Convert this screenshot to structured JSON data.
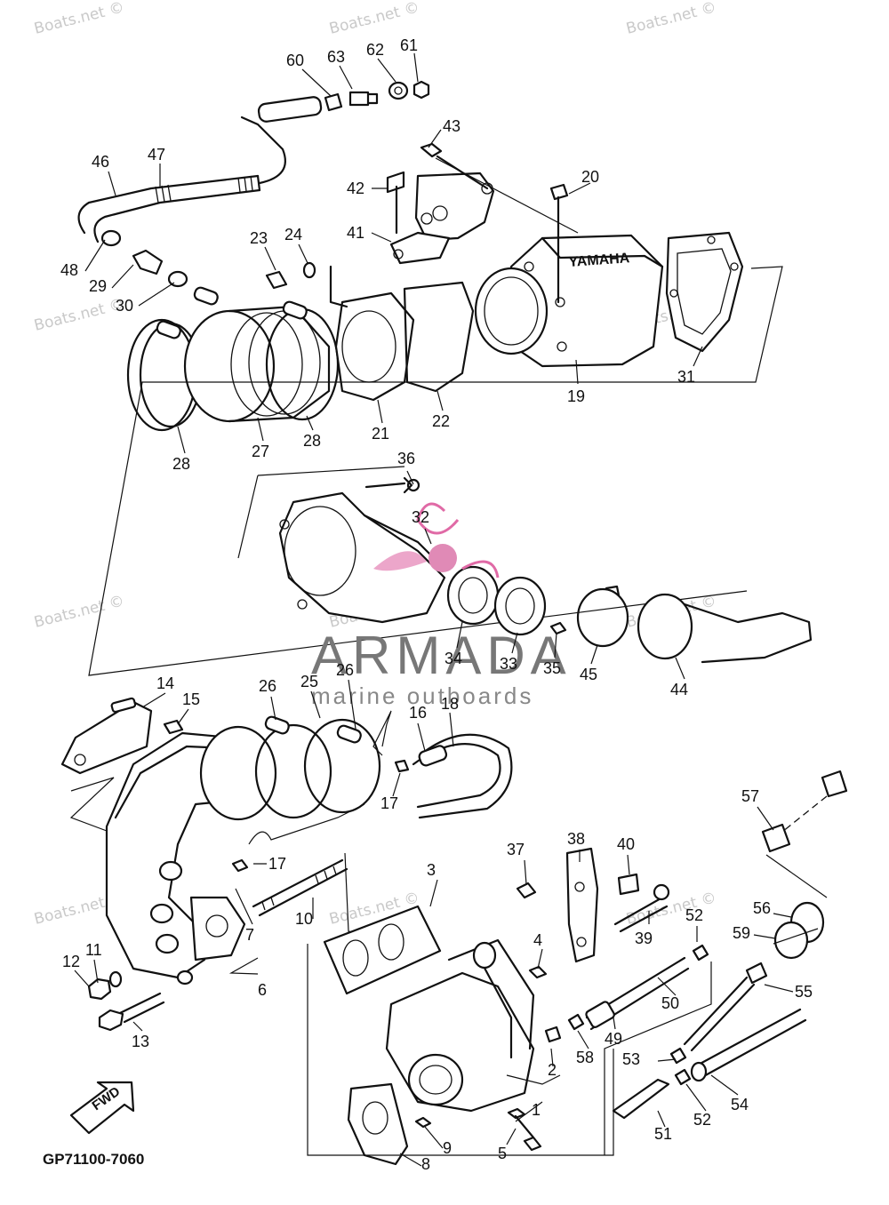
{
  "watermark": "Boats.net ©",
  "brand": {
    "name": "ARMADA",
    "subtitle": "marine outboards"
  },
  "diagram_code": "GP71100-7060",
  "fwd_label": "FWD",
  "engine_label": "YAMAHA",
  "callouts": [
    "60",
    "63",
    "62",
    "61",
    "43",
    "46",
    "47",
    "42",
    "20",
    "41",
    "23",
    "24",
    "48",
    "29",
    "30",
    "31",
    "19",
    "28",
    "27",
    "28",
    "21",
    "22",
    "36",
    "32",
    "34",
    "33",
    "35",
    "45",
    "44",
    "14",
    "15",
    "26",
    "25",
    "26",
    "16",
    "18",
    "17",
    "57",
    "17",
    "38",
    "40",
    "37",
    "3",
    "10",
    "7",
    "56",
    "59",
    "52",
    "39",
    "4",
    "11",
    "12",
    "6",
    "13",
    "55",
    "50",
    "49",
    "58",
    "53",
    "2",
    "1",
    "52",
    "54",
    "51",
    "9",
    "5",
    "8"
  ]
}
